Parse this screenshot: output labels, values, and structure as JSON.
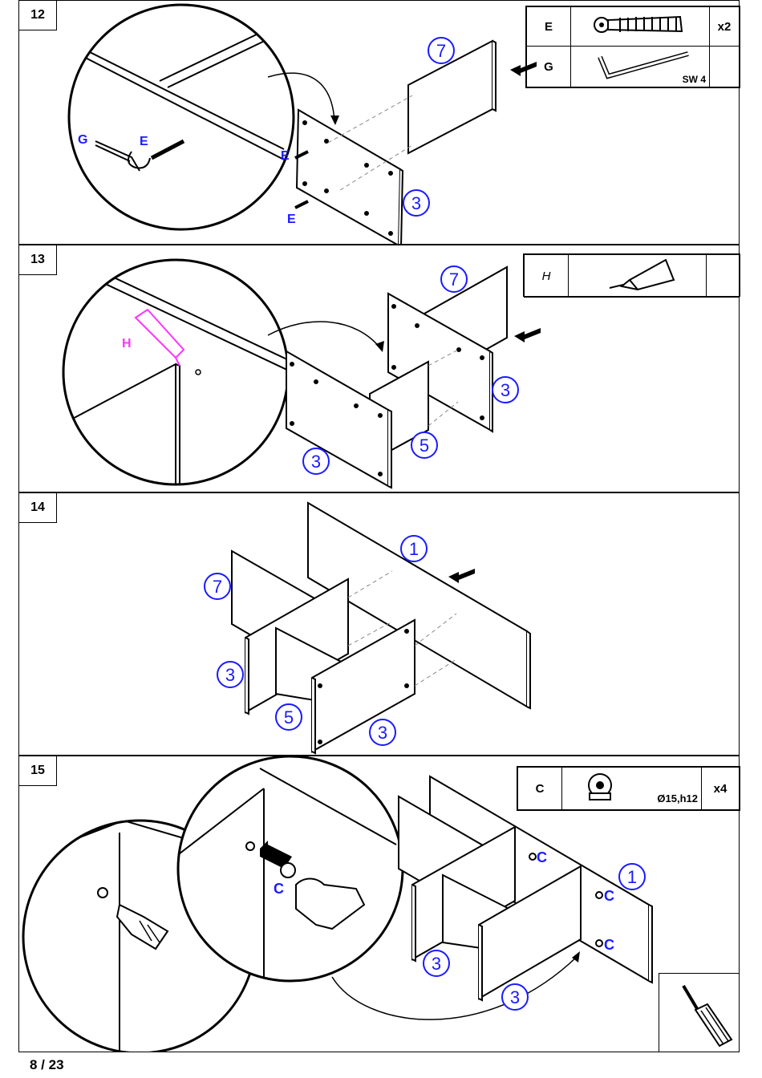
{
  "page": {
    "number": "8 / 23"
  },
  "steps": [
    {
      "number": "12",
      "parts": [
        {
          "code": "E",
          "qty": "x2",
          "note": ""
        },
        {
          "code": "G",
          "qty": "",
          "note": "SW 4"
        }
      ],
      "callouts": {
        "g": "G",
        "e1": "E",
        "e2": "E",
        "e3": "E",
        "p7": "7",
        "p3": "3"
      }
    },
    {
      "number": "13",
      "parts": [
        {
          "code": "H"
        }
      ],
      "callouts": {
        "h": "H",
        "p7": "7",
        "p3a": "3",
        "p3b": "3",
        "p5": "5"
      }
    },
    {
      "number": "14",
      "callouts": {
        "p1": "1",
        "p7": "7",
        "p3a": "3",
        "p3b": "3",
        "p5": "5"
      }
    },
    {
      "number": "15",
      "parts": [
        {
          "code": "C",
          "qty": "x4",
          "note": "Ø15,h12"
        }
      ],
      "callouts": {
        "c1": "C",
        "c2": "C",
        "c3": "C",
        "c4": "C",
        "p1": "1",
        "p3a": "3",
        "p3b": "3"
      }
    }
  ],
  "colors": {
    "callout": "#1a1aff",
    "glue": "#ff33ff",
    "line": "#000000"
  }
}
